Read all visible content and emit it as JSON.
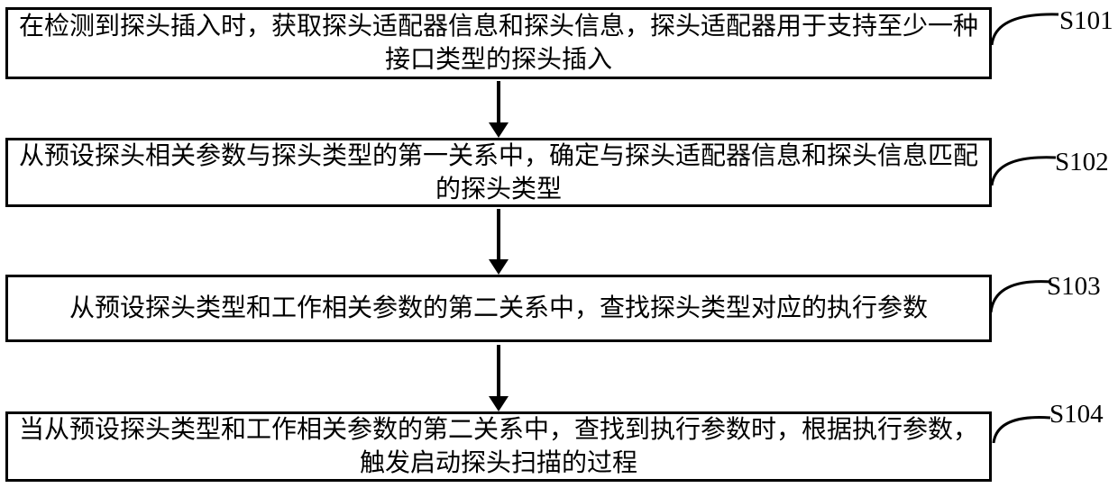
{
  "diagram": {
    "type": "flowchart",
    "colors": {
      "line": "#000000",
      "background": "#ffffff",
      "text": "#000000"
    },
    "steps": [
      {
        "label": "S101",
        "lines": [
          "在检测到探头插入时，获取探头适配器信息和探头信息，探头适配器用于支持至少一种",
          "接口类型的探头插入"
        ]
      },
      {
        "label": "S102",
        "lines": [
          "从预设探头相关参数与探头类型的第一关系中，确定与探头适配器信息和探头信息匹配",
          "的探头类型"
        ]
      },
      {
        "label": "S103",
        "lines": [
          "从预设探头类型和工作相关参数的第二关系中，查找探头类型对应的执行参数"
        ]
      },
      {
        "label": "S104",
        "lines": [
          "当从预设探头类型和工作相关参数的第二关系中，查找到执行参数时，根据执行参数，",
          "触发启动探头扫描的过程"
        ]
      }
    ]
  }
}
